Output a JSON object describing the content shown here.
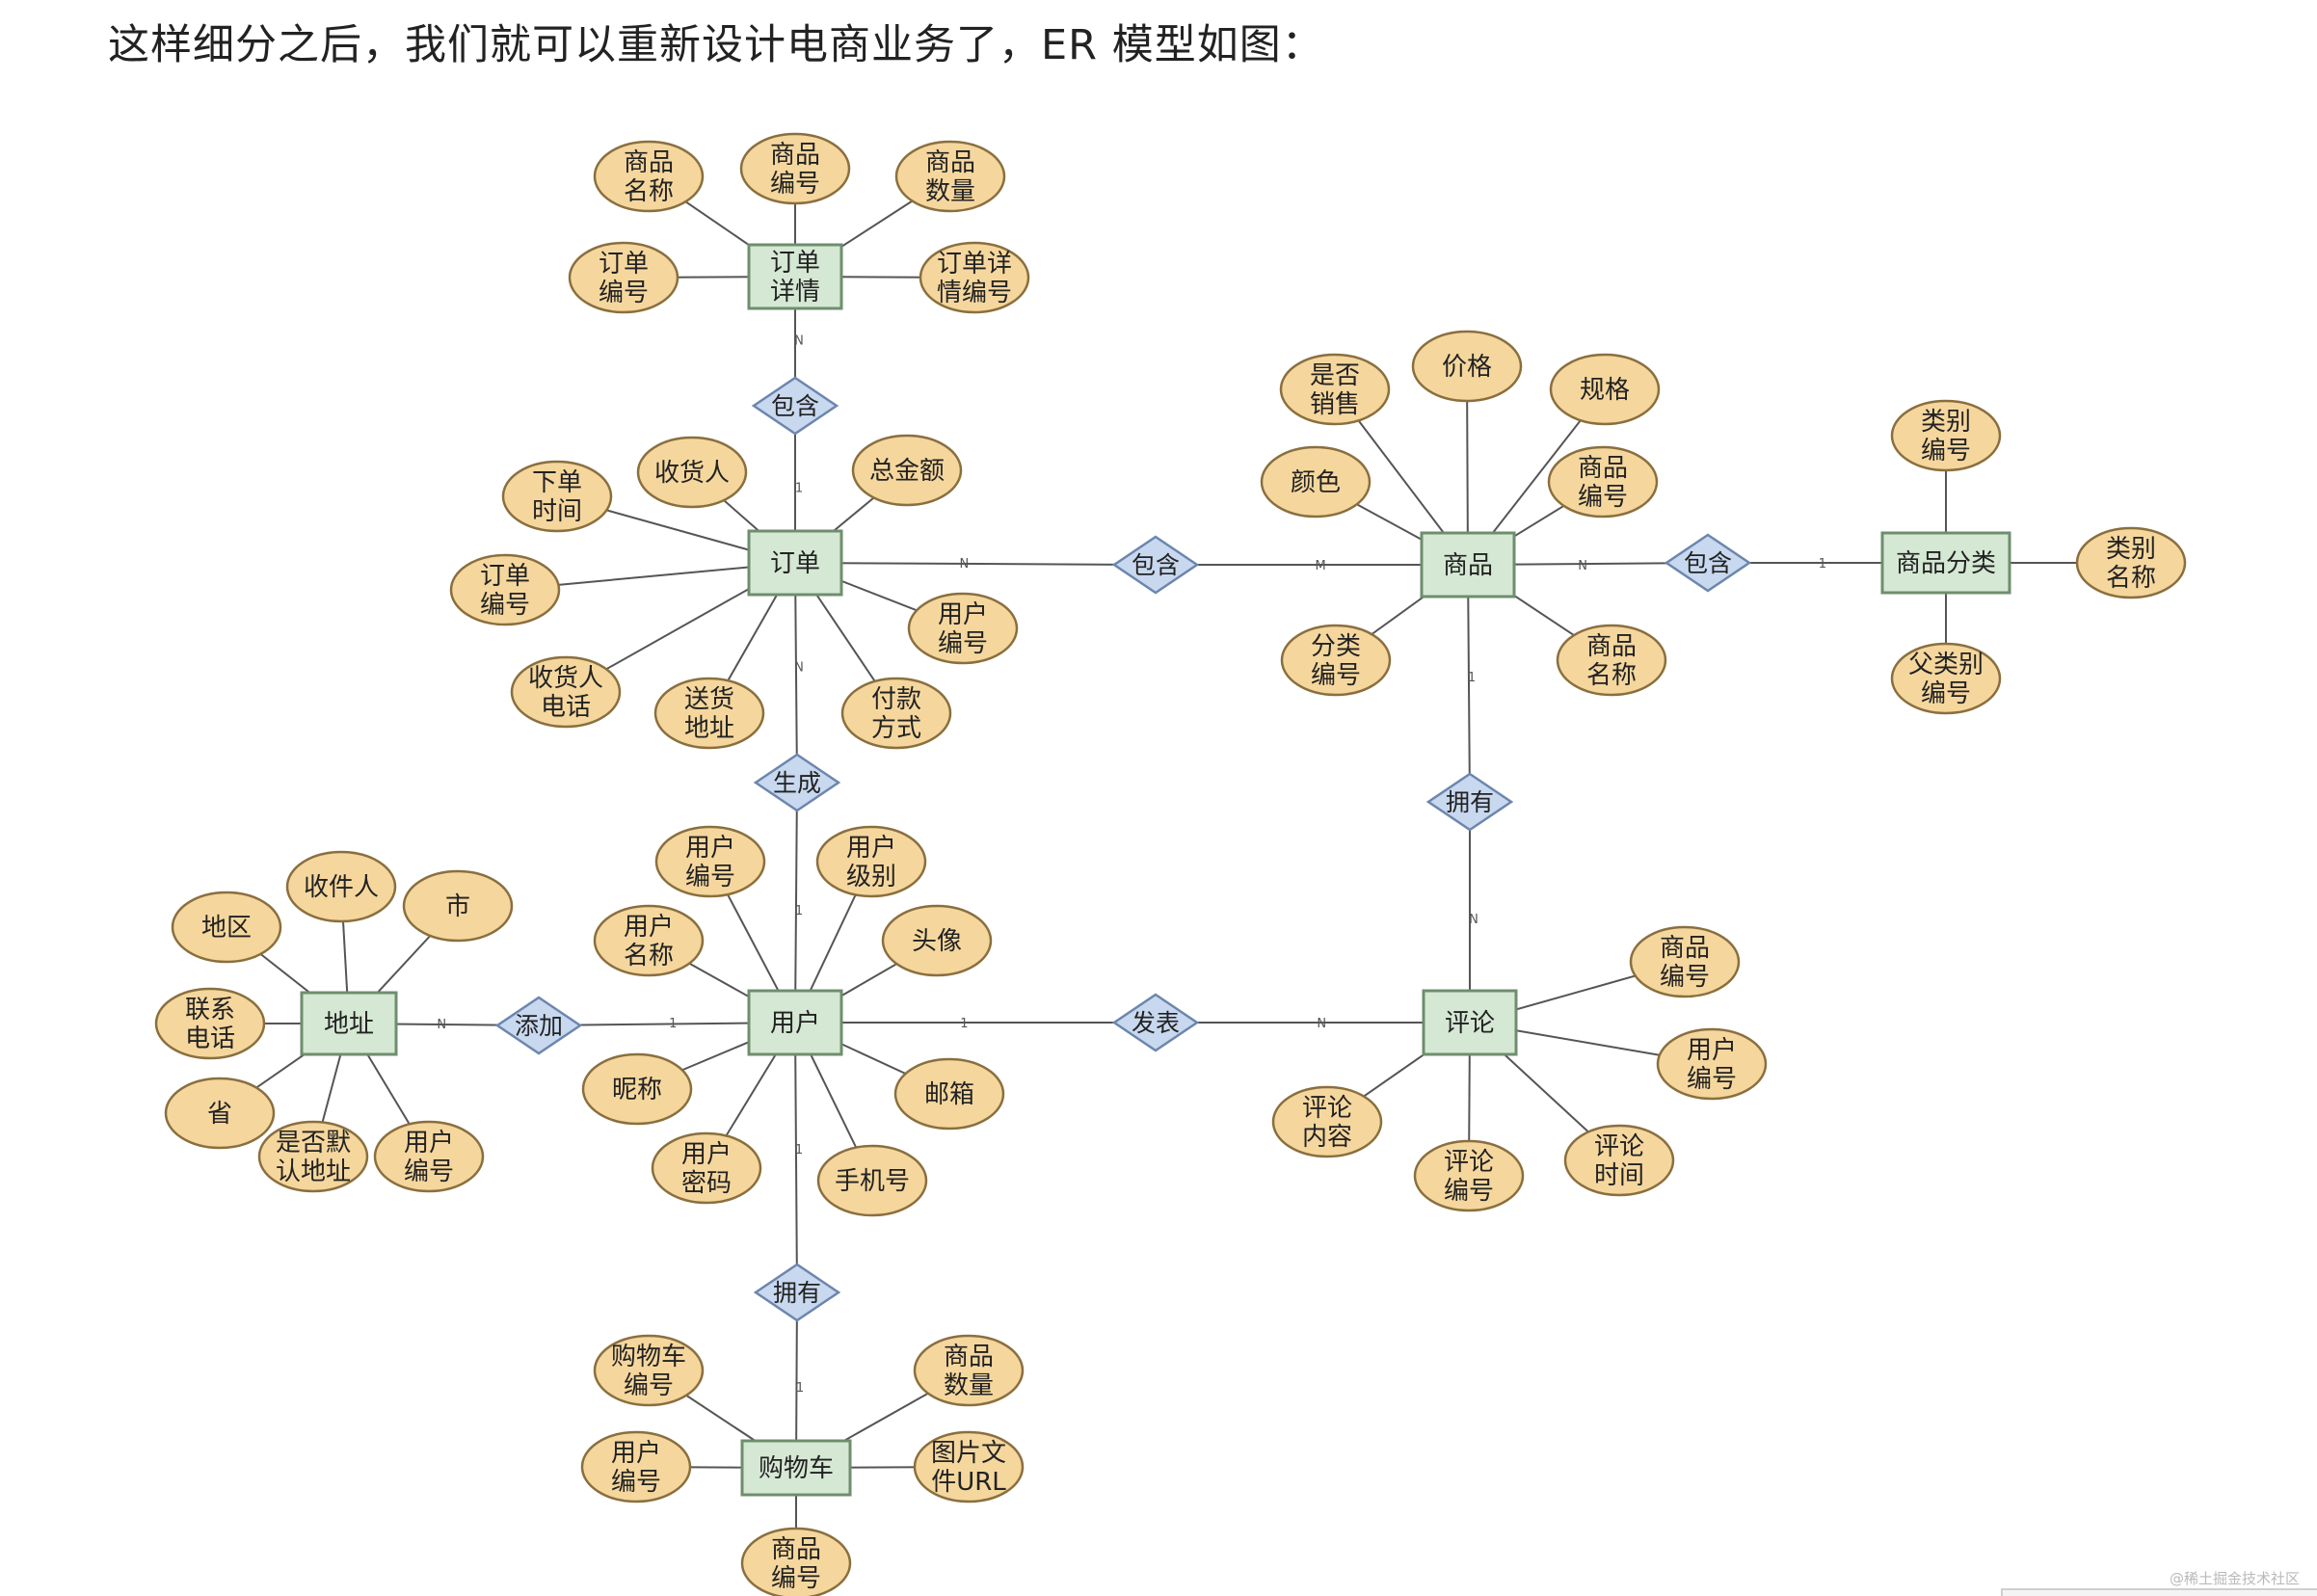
{
  "heading": "这样细分之后，我们就可以重新设计电商业务了，ER 模型如图：",
  "watermark": "@稀土掘金技术社区",
  "colors": {
    "entity_fill": "#d5e8d4",
    "entity_stroke": "#6e8e6e",
    "attribute_fill": "#f5d79e",
    "attribute_stroke": "#8a6f3e",
    "relationship_fill": "#c8d8ef",
    "relationship_stroke": "#6c86ad",
    "line": "#555555"
  },
  "entities": [
    {
      "id": "order_detail",
      "label": "订单\n详情"
    },
    {
      "id": "order",
      "label": "订单"
    },
    {
      "id": "user",
      "label": "用户"
    },
    {
      "id": "cart",
      "label": "购物车"
    },
    {
      "id": "address",
      "label": "地址"
    },
    {
      "id": "product",
      "label": "商品"
    },
    {
      "id": "category",
      "label": "商品分类"
    },
    {
      "id": "comment",
      "label": "评论"
    }
  ],
  "relationships": [
    {
      "id": "r_detail_order",
      "label": "包含",
      "from": "order_detail",
      "to": "order",
      "card_from": "N",
      "card_to": "1"
    },
    {
      "id": "r_order_user",
      "label": "生成",
      "from": "order",
      "to": "user",
      "card_from": "N",
      "card_to": "1"
    },
    {
      "id": "r_user_cart",
      "label": "拥有",
      "from": "user",
      "to": "cart",
      "card_from": "1",
      "card_to": "1"
    },
    {
      "id": "r_address_user",
      "label": "添加",
      "from": "address",
      "to": "user",
      "card_from": "N",
      "card_to": "1"
    },
    {
      "id": "r_order_product",
      "label": "包含",
      "from": "order",
      "to": "product",
      "card_from": "N",
      "card_to": "M"
    },
    {
      "id": "r_product_category",
      "label": "包含",
      "from": "product",
      "to": "category",
      "card_from": "N",
      "card_to": "1"
    },
    {
      "id": "r_user_comment",
      "label": "发表",
      "from": "user",
      "to": "comment",
      "card_from": "1",
      "card_to": "N"
    },
    {
      "id": "r_product_comment",
      "label": "拥有",
      "from": "product",
      "to": "comment",
      "card_from": "1",
      "card_to": "N"
    }
  ],
  "attributes": [
    {
      "entity": "order_detail",
      "label": "商品\n名称"
    },
    {
      "entity": "order_detail",
      "label": "商品\n编号"
    },
    {
      "entity": "order_detail",
      "label": "商品\n数量"
    },
    {
      "entity": "order_detail",
      "label": "订单\n编号"
    },
    {
      "entity": "order_detail",
      "label": "订单详\n情编号"
    },
    {
      "entity": "order",
      "label": "下单\n时间"
    },
    {
      "entity": "order",
      "label": "收货人"
    },
    {
      "entity": "order",
      "label": "总金额"
    },
    {
      "entity": "order",
      "label": "订单\n编号"
    },
    {
      "entity": "order",
      "label": "用户\n编号"
    },
    {
      "entity": "order",
      "label": "收货人\n电话"
    },
    {
      "entity": "order",
      "label": "送货\n地址"
    },
    {
      "entity": "order",
      "label": "付款\n方式"
    },
    {
      "entity": "user",
      "label": "用户\n编号"
    },
    {
      "entity": "user",
      "label": "用户\n级别"
    },
    {
      "entity": "user",
      "label": "用户\n名称"
    },
    {
      "entity": "user",
      "label": "头像"
    },
    {
      "entity": "user",
      "label": "昵称"
    },
    {
      "entity": "user",
      "label": "邮箱"
    },
    {
      "entity": "user",
      "label": "用户\n密码"
    },
    {
      "entity": "user",
      "label": "手机号"
    },
    {
      "entity": "address",
      "label": "地区"
    },
    {
      "entity": "address",
      "label": "收件人"
    },
    {
      "entity": "address",
      "label": "市"
    },
    {
      "entity": "address",
      "label": "联系\n电话"
    },
    {
      "entity": "address",
      "label": "省"
    },
    {
      "entity": "address",
      "label": "是否默\n认地址"
    },
    {
      "entity": "address",
      "label": "用户\n编号"
    },
    {
      "entity": "cart",
      "label": "购物车\n编号"
    },
    {
      "entity": "cart",
      "label": "商品\n数量"
    },
    {
      "entity": "cart",
      "label": "用户\n编号"
    },
    {
      "entity": "cart",
      "label": "图片文\n件URL"
    },
    {
      "entity": "cart",
      "label": "商品\n编号"
    },
    {
      "entity": "product",
      "label": "是否\n销售"
    },
    {
      "entity": "product",
      "label": "价格"
    },
    {
      "entity": "product",
      "label": "规格"
    },
    {
      "entity": "product",
      "label": "颜色"
    },
    {
      "entity": "product",
      "label": "商品\n编号"
    },
    {
      "entity": "product",
      "label": "分类\n编号"
    },
    {
      "entity": "product",
      "label": "商品\n名称"
    },
    {
      "entity": "category",
      "label": "类别\n编号"
    },
    {
      "entity": "category",
      "label": "类别\n名称"
    },
    {
      "entity": "category",
      "label": "父类别\n编号"
    },
    {
      "entity": "comment",
      "label": "商品\n编号"
    },
    {
      "entity": "comment",
      "label": "用户\n编号"
    },
    {
      "entity": "comment",
      "label": "评论\n内容"
    },
    {
      "entity": "comment",
      "label": "评论\n编号"
    },
    {
      "entity": "comment",
      "label": "评论\n时间"
    }
  ]
}
